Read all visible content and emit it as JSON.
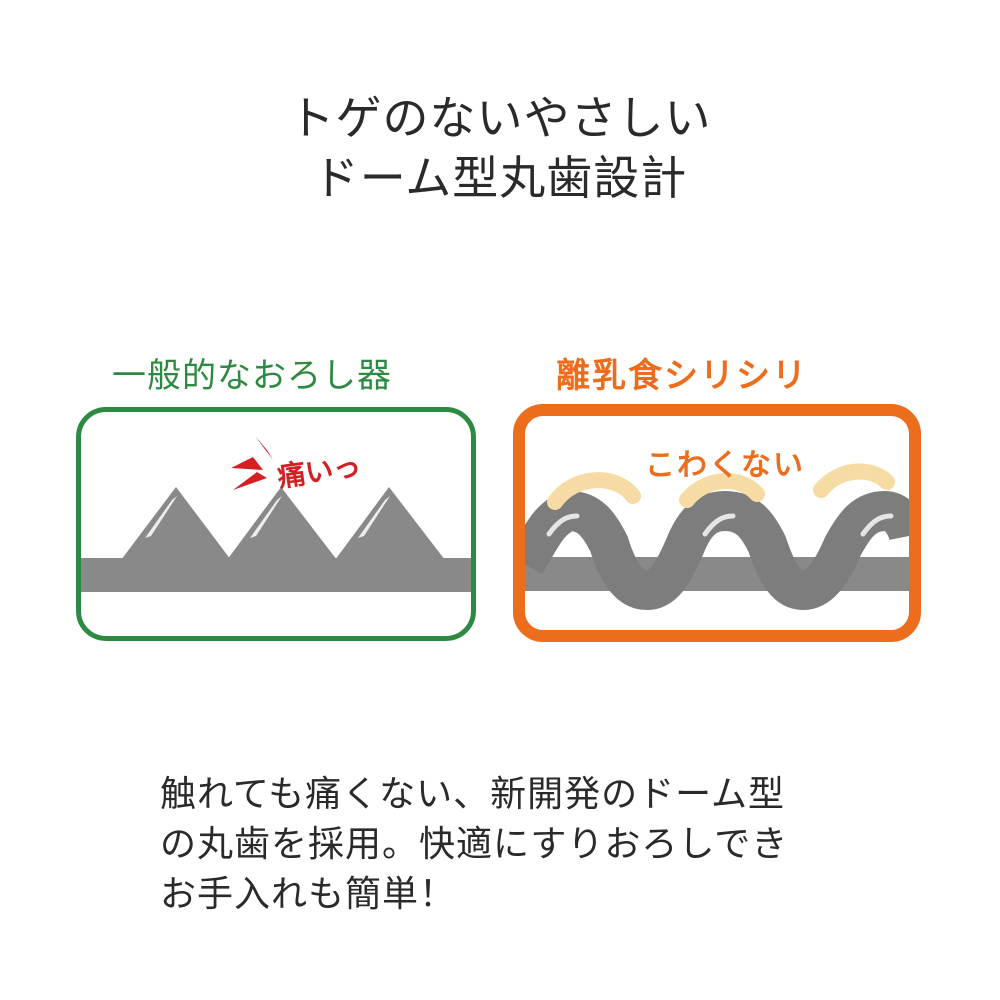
{
  "title": {
    "line1": "トゲのないやさしい",
    "line2": "ドーム型丸歯設計"
  },
  "comparison": {
    "left": {
      "label": "一般的なおろし器",
      "exclamation": "痛いっ",
      "border_color": "#2e8a43",
      "exclamation_color": "#d42025"
    },
    "right": {
      "label": "離乳食シリシリ",
      "caption": "こわくない",
      "border_color": "#ec6d1c"
    }
  },
  "description": {
    "line1": "触れても痛くない、新開発のドーム型",
    "line2": "の丸歯を採用。快適にすりおろしでき",
    "line3": "お手入れも簡単！"
  }
}
